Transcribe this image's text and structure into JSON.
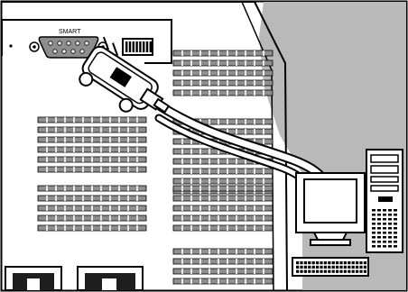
{
  "connector": {
    "label": "SMART",
    "pin_count": 9,
    "dip_switch_count": 8
  },
  "colors": {
    "outline": "#000000",
    "paper": "#ffffff",
    "vent_fill": "#8f8f8f",
    "wall": "#b9b9b9",
    "inlet": "#1e1e1e"
  },
  "icons": {
    "cable": "serial-cable",
    "plug": "db9-plug",
    "computer": "desktop-computer-icon"
  }
}
